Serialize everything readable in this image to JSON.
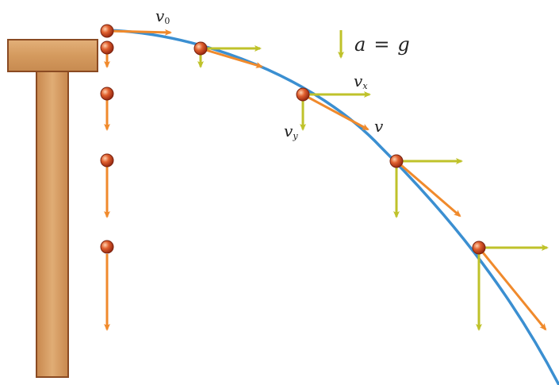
{
  "labels": {
    "v0_main": "v",
    "v0_sub": "0",
    "accel_a": "a",
    "accel_eq": "=",
    "accel_g": "g",
    "vx_main": "v",
    "vx_sub": "x",
    "vy_main": "v",
    "vy_sub": "y",
    "v": "v"
  },
  "colors": {
    "trajectory": "#3b8fd1",
    "velocity_arrow": "#f08a2c",
    "component_arrow": "#bfc22a",
    "table_wood": "#d9a066",
    "table_edge": "#8a4a22",
    "ball": "#d24a2a"
  },
  "icons": [
    "ball",
    "table",
    "arrow"
  ]
}
